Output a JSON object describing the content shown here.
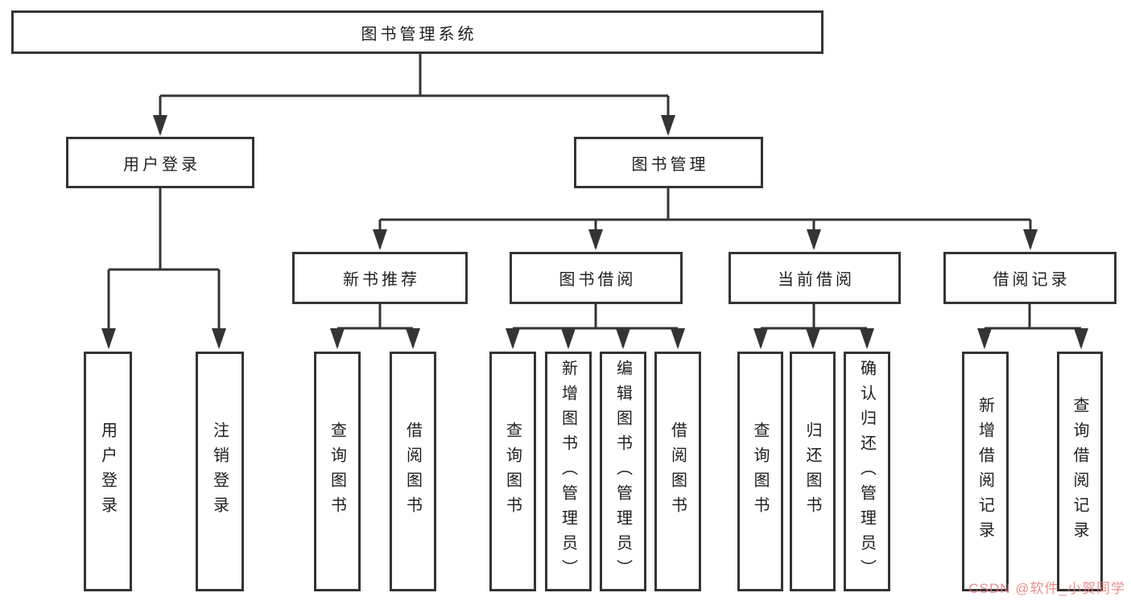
{
  "tree": {
    "root": {
      "label": "图书管理系统"
    },
    "branches": [
      {
        "label": "用户登录",
        "children": [
          {
            "label": "用户登录"
          },
          {
            "label": "注销登录"
          }
        ]
      },
      {
        "label": "图书管理",
        "children": [
          {
            "label": "新书推荐",
            "children": [
              {
                "label": "查询图书"
              },
              {
                "label": "借阅图书"
              }
            ]
          },
          {
            "label": "图书借阅",
            "children": [
              {
                "label": "查询图书"
              },
              {
                "label": "新增图书（管理员）"
              },
              {
                "label": "编辑图书（管理员）"
              },
              {
                "label": "借阅图书"
              }
            ]
          },
          {
            "label": "当前借阅",
            "children": [
              {
                "label": "查询图书"
              },
              {
                "label": "归还图书"
              },
              {
                "label": "确认归还（管理员）"
              }
            ]
          },
          {
            "label": "借阅记录",
            "children": [
              {
                "label": "新增借阅记录"
              },
              {
                "label": "查询借阅记录"
              }
            ]
          }
        ]
      }
    ]
  },
  "watermark": {
    "text": "CSDN @软件_小贺同学",
    "color": "#e87a7a"
  },
  "colors": {
    "line": "#343434",
    "box_border": "#343434",
    "text": "#1f1f1f",
    "background": "#ffffff"
  }
}
